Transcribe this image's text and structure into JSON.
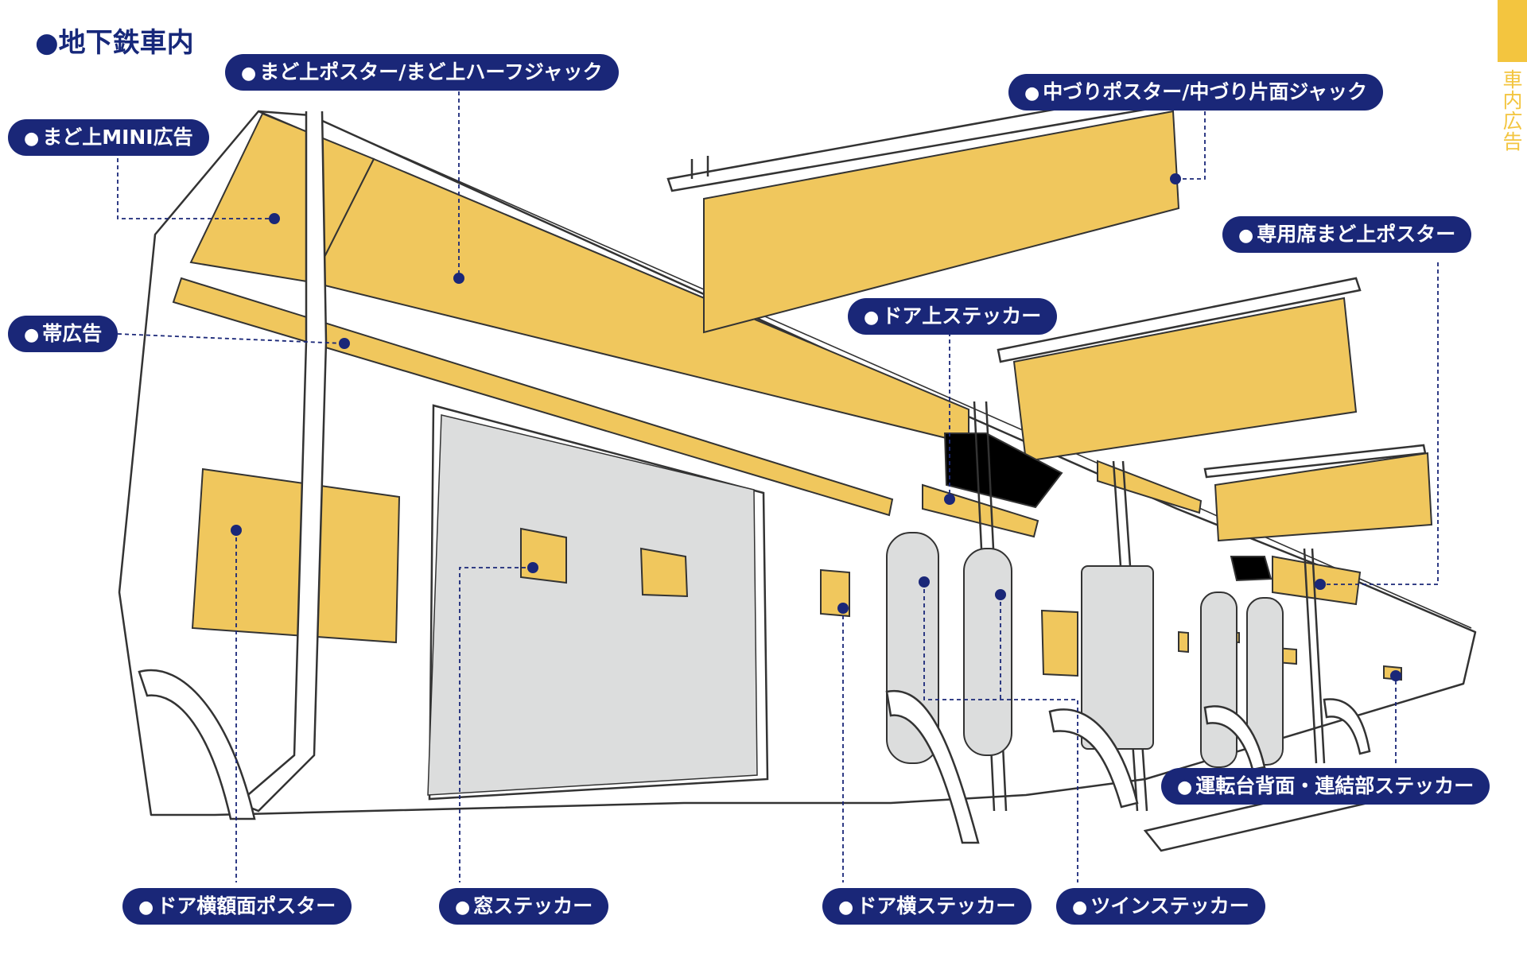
{
  "title": "●地下鉄車内",
  "side_tab": {
    "chars": [
      "車",
      "内",
      "広",
      "告"
    ]
  },
  "colors": {
    "ad_area": "#f0c75d",
    "label_bg": "#1a2778",
    "window": "#dcdddd",
    "accent_tab": "#f3c53f"
  },
  "labels": {
    "madoue_poster": "まど上ポスター/まど上ハーフジャック",
    "madoue_mini": "まど上MINI広告",
    "obi": "帯広告",
    "nakazuri": "中づりポスター/中づり片面ジャック",
    "senyouseki": "専用席まど上ポスター",
    "door_ue": "ドア上ステッカー",
    "unten": "運転台背面・連結部ステッカー",
    "door_yoko_gakumen": "ドア横額面ポスター",
    "mado_sticker": "窓ステッカー",
    "door_yoko_sticker": "ドア横ステッカー",
    "twin": "ツインステッカー"
  }
}
